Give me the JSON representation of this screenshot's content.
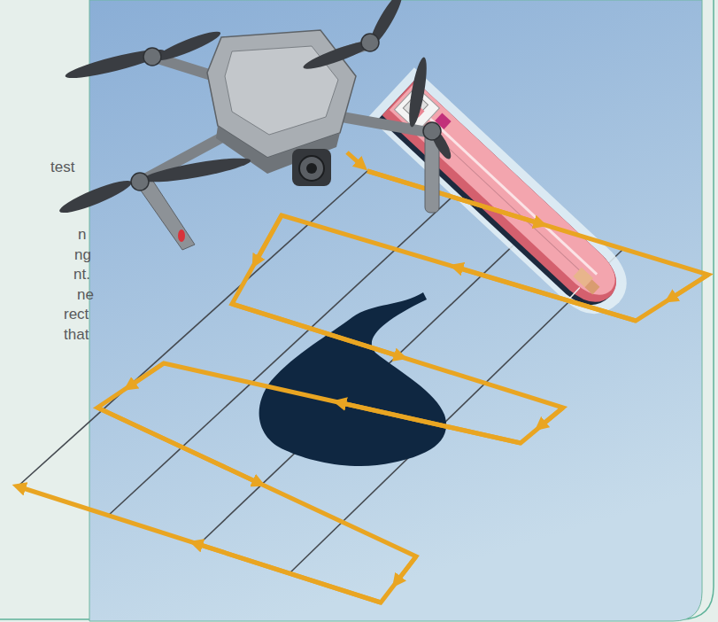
{
  "diagram": {
    "labels": [
      "test",
      "n",
      "ng",
      "nt.",
      "ne",
      "rect",
      "that"
    ]
  }
}
